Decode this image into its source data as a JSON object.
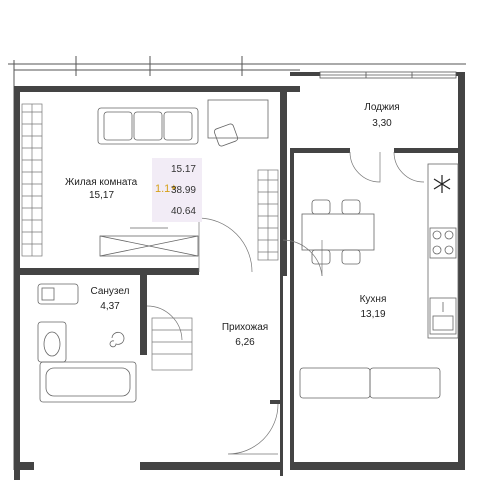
{
  "rooms": {
    "living": {
      "name": "Жилая комната",
      "area": "15,17"
    },
    "loggia": {
      "name": "Лоджия",
      "area": "3,30"
    },
    "bathroom": {
      "name": "Санузел",
      "area": "4,37"
    },
    "hallway": {
      "name": "Прихожая",
      "area": "6,26"
    },
    "kitchen": {
      "name": "Кухня",
      "area": "13,19"
    }
  },
  "summary": {
    "badge": "1.1",
    "badge_star": "★",
    "living_area": "15.17",
    "residential_area": "38.99",
    "total_area": "40.64"
  },
  "colors": {
    "wall": "#444444",
    "thin_line": "#555555",
    "highlight": "#f2ecf6",
    "badge": "#d6a11b"
  },
  "icons": {
    "fridge": "snowflake-icon"
  }
}
